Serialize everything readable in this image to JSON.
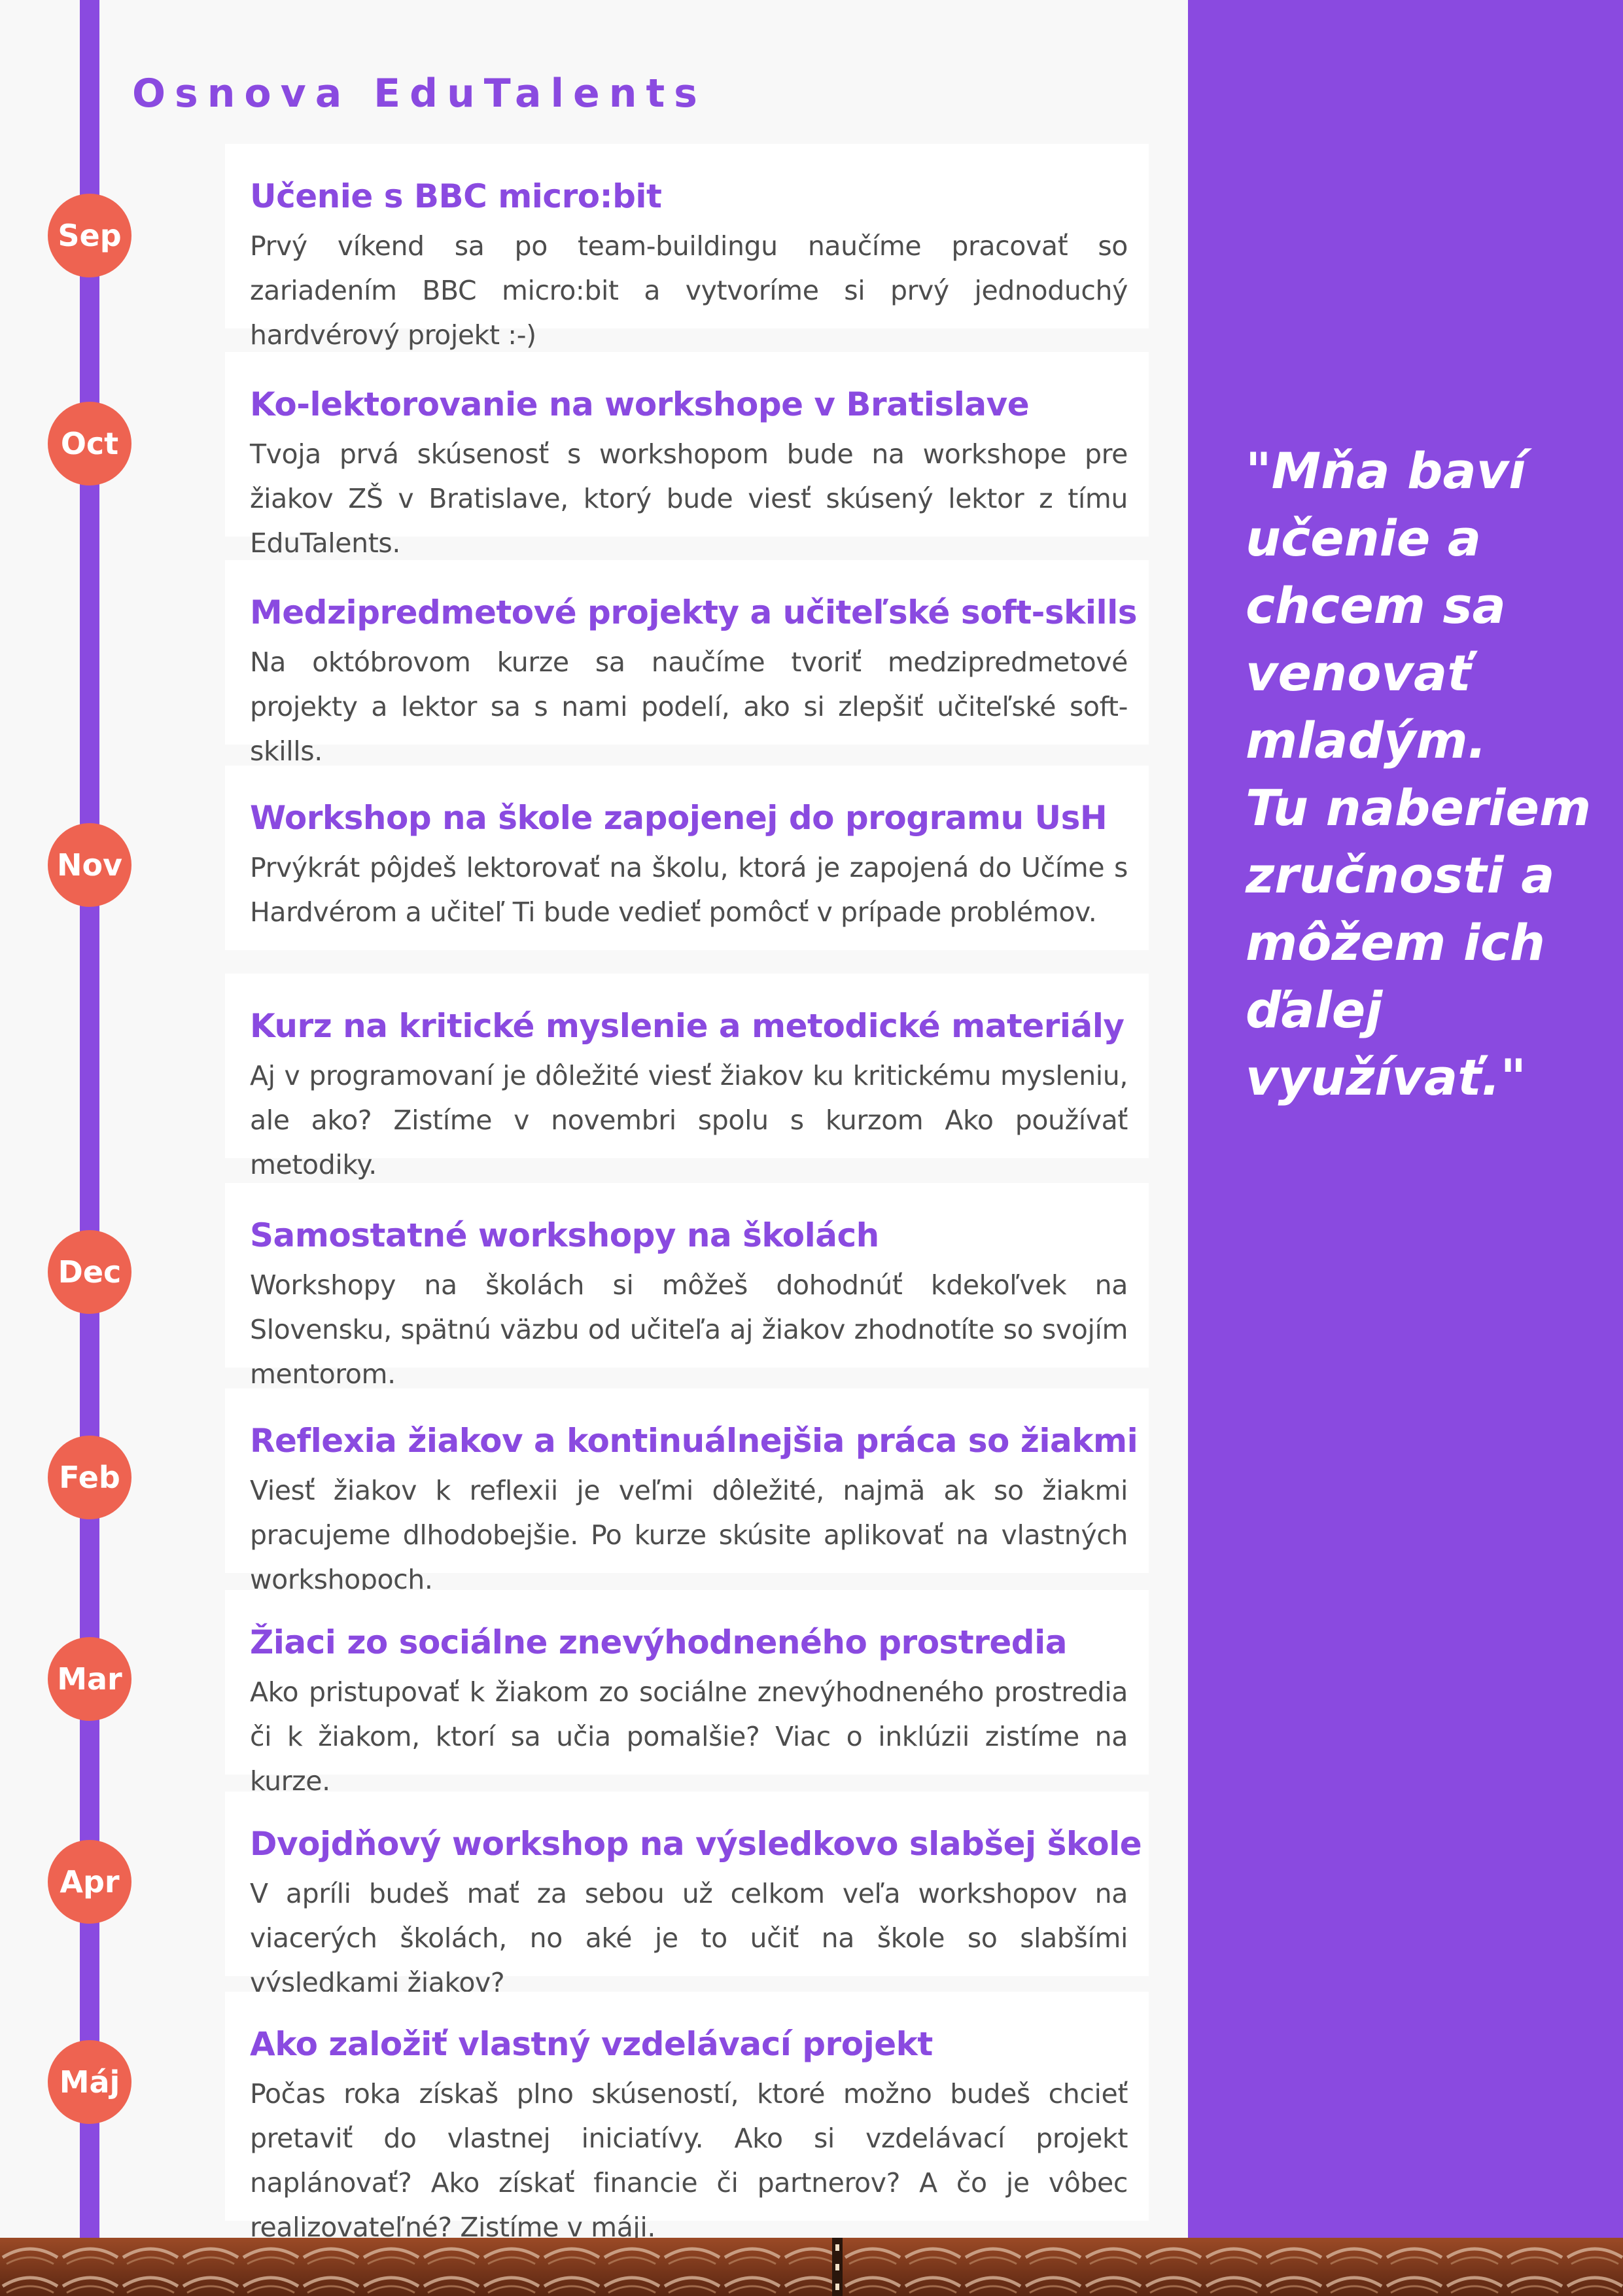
{
  "document": {
    "title": "Osnova EduTalents"
  },
  "timeline": {
    "months": [
      "Sep",
      "Oct",
      "Nov",
      "Dec",
      "Feb",
      "Mar",
      "Apr",
      "Máj"
    ],
    "items": [
      {
        "title": "Učenie s BBC micro:bit",
        "description": "Prvý víkend sa po team-buildingu naučíme pracovať so zariadením BBC micro:bit a vytvoríme si prvý jednoduchý hardvérový projekt :-)"
      },
      {
        "title": "Ko-lektorovanie na workshope v Bratislave",
        "description": "Tvoja prvá skúsenosť s workshopom bude na workshope pre žiakov ZŠ v Bratislave, ktorý bude viesť skúsený lektor z tímu EduTalents."
      },
      {
        "title": "Medzipredmetové projekty a učiteľské soft-skills",
        "description": "Na októbrovom kurze sa naučíme tvoriť medzipredmetové projekty a lektor sa s nami podelí, ako si zlepšiť učiteľské soft-skills."
      },
      {
        "title": "Workshop na škole zapojenej do programu UsH",
        "description": "Prvýkrát pôjdeš lektorovať na školu, ktorá je zapojená do Učíme s Hardvérom a učiteľ Ti bude vedieť pomôcť v prípade problémov."
      },
      {
        "title": "Kurz na kritické myslenie a metodické materiály",
        "description": "Aj v programovaní je dôležité viesť žiakov ku kritickému mysleniu, ale ako? Zistíme v novembri spolu s kurzom Ako používať metodiky."
      },
      {
        "title": "Samostatné workshopy na školách",
        "description": "Workshopy na školách si môžeš dohodnúť kdekoľvek na Slovensku, spätnú väzbu od učiteľa aj žiakov zhodnotíte so svojím mentorom."
      },
      {
        "title": "Reflexia žiakov a kontinuálnejšia práca so žiakmi",
        "description": "Viesť žiakov k reflexii je veľmi dôležité, najmä ak so žiakmi pracujeme dlhodobejšie. Po kurze skúsite aplikovať na vlastných workshopoch."
      },
      {
        "title": "Žiaci zo sociálne znevýhodneného prostredia",
        "description": "Ako pristupovať k žiakom zo sociálne znevýhodneného prostredia či k žiakom, ktorí sa učia pomalšie? Viac o inklúzii zistíme na kurze."
      },
      {
        "title": "Dvojdňový workshop na výsledkovo slabšej škole",
        "description": "V apríli budeš mať za sebou už celkom veľa workshopov na viacerých školách, no aké je to učiť na škole so slabšími výsledkami žiakov?"
      },
      {
        "title": "Ako založiť vlastný vzdelávací projekt",
        "description": "Počas roka získaš plno skúseností, ktoré možno budeš chcieť pretaviť do vlastnej iniciatívy. Ako si vzdelávací projekt naplánovať? Ako získať financie či partnerov? A čo je vôbec realizovateľné? Zistíme v máji."
      }
    ]
  },
  "sidebar": {
    "quote": "\"Mňa baví\nučenie a\nchcem sa\nvenovať\nmladým.\nTu naberiem\nzručnosti a\nmôžem ich\nďalej\nvyužívať.\""
  },
  "colors": {
    "accent_purple": "#8a4ae0",
    "month_badge": "#ee6351",
    "body_text": "#4d4d4d",
    "page_background": "#f8f8f8",
    "card_background": "#ffffff"
  },
  "icons": {
    "footer_image": "auditorium-seats-photo"
  }
}
